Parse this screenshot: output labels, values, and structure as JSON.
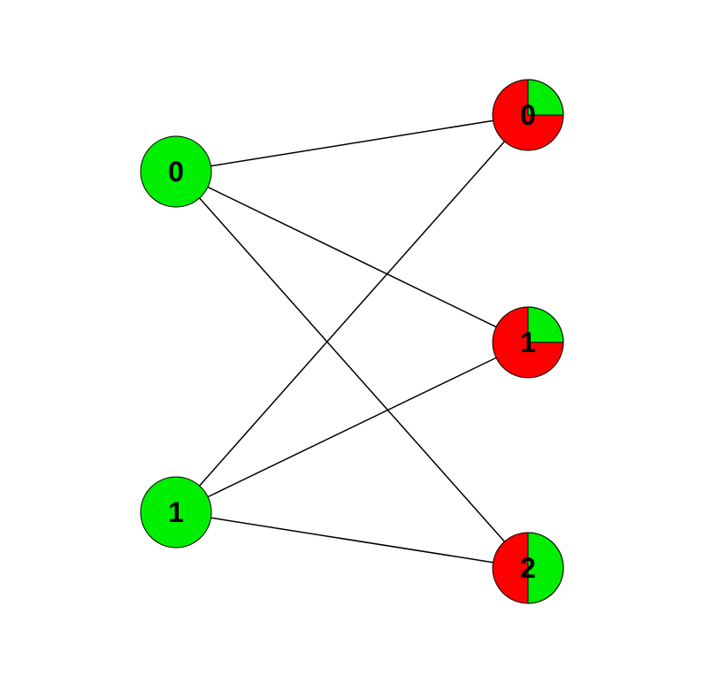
{
  "colors": {
    "green": "#00ee00",
    "red": "#ff0000",
    "edge": "#000000",
    "background": "#ffffff"
  },
  "left_nodes": [
    {
      "id": "L0",
      "label": "0",
      "fill": "green"
    },
    {
      "id": "L1",
      "label": "1",
      "fill": "green"
    }
  ],
  "right_nodes": [
    {
      "id": "R0",
      "label": "0",
      "green_fraction": 0.25,
      "red_fraction": 0.75
    },
    {
      "id": "R1",
      "label": "1",
      "green_fraction": 0.25,
      "red_fraction": 0.75
    },
    {
      "id": "R2",
      "label": "2",
      "green_fraction": 0.5,
      "red_fraction": 0.5
    }
  ],
  "edges": [
    {
      "from": "L0",
      "to": "R0"
    },
    {
      "from": "L0",
      "to": "R1"
    },
    {
      "from": "L0",
      "to": "R2"
    },
    {
      "from": "L1",
      "to": "R0"
    },
    {
      "from": "L1",
      "to": "R1"
    },
    {
      "from": "L1",
      "to": "R2"
    }
  ]
}
